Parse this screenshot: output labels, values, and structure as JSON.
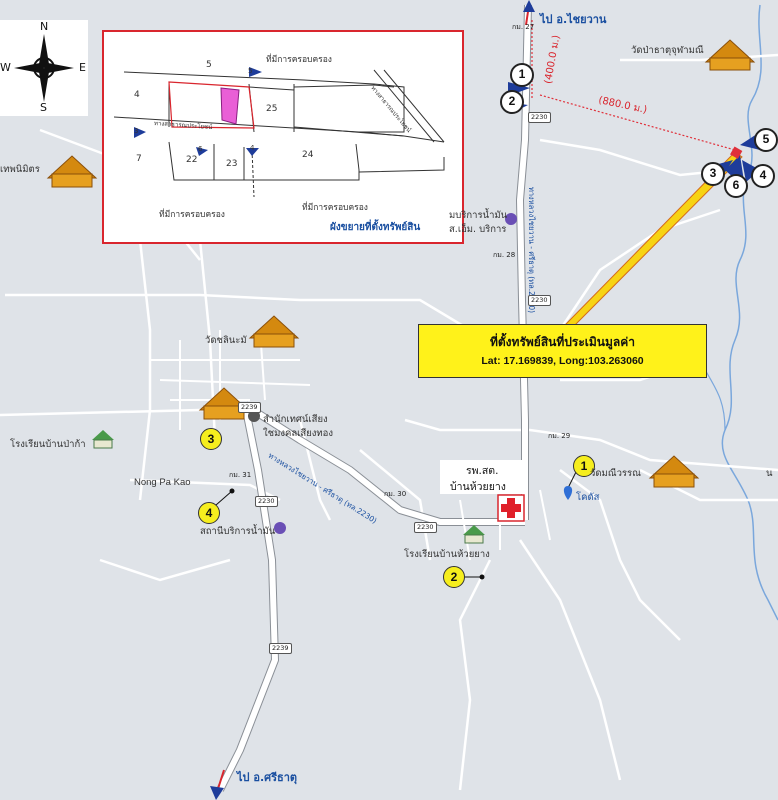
{
  "compass": {
    "n": "N",
    "s": "S",
    "e": "E",
    "w": "W"
  },
  "directions": {
    "north": "ไป อ.ไชยวาน",
    "south": "ไป อ.ศรีธาตุ"
  },
  "distances": {
    "north": "(400.0 ม.)",
    "east": "(880.0 ม.)"
  },
  "info_box": {
    "title": "ที่ตั้งทรัพย์สินที่ประเมินมูลค่า",
    "coords": "Lat: 17.169839,     Long:103.263060"
  },
  "hospital": {
    "line1": "รพ.สต.",
    "line2": "บ้านห้วยยาง"
  },
  "inset": {
    "title": "ผังขยายที่ตั้งทรัพย์สิน",
    "owner_top": "ที่มีการครอบครอง",
    "owner_bl": "ที่มีการครอบครอง",
    "owner_br": "ที่มีการครอบครอง",
    "road_label": "ทางสาธารณประโยชน์",
    "road2_label": "ทางสาธารณประโยชน์",
    "parcels": [
      "5",
      "4",
      "25",
      "7",
      "22",
      "23",
      "24"
    ],
    "markers": [
      "5",
      "3",
      "6",
      "4"
    ]
  },
  "map_labels": {
    "wat_top": "วัดป่าธาตุจุฬามณี",
    "wat_left": "เทพนิมิตร",
    "wat_center": "วัดชลินะมั",
    "wat_right": "วัดมณีวรรณ",
    "gas_top_1": "มบริการน้ำมัน",
    "gas_top_2": "ส.เอ็ม. บริการ",
    "sound_1": "สำนักเทศน์เสียง",
    "sound_2": "ใชมงคลเสียงทอง",
    "school_left": "โรงเรียนบ้านป่าก้า",
    "nong_pa_kao": "Nong Pa Kao",
    "gas_bottom": "สถานีบริการน้ำมัน",
    "school_bottom": "โรงเรียนบ้านห้วยยาง",
    "clinic": "โคดัส",
    "road_diag": "ทางหลวงไชยวาน - ศรีธาตุ (ทล.2230)",
    "road_vert": "ทางหลวงไชยวาน - ศรีธาตุ (ทล.2230)",
    "edge_n": "น"
  },
  "km_markers": [
    "กม. 27",
    "กม. 28",
    "กม. 29",
    "กม. 30",
    "กม. 31"
  ],
  "highways": [
    "2230",
    "2230",
    "2230",
    "2239",
    "2230",
    "2239"
  ],
  "yellow_markers": [
    "1",
    "2",
    "3",
    "4"
  ],
  "site_markers": [
    "1",
    "2",
    "3",
    "4",
    "5",
    "6"
  ],
  "colors": {
    "road": "#ffffff",
    "bg": "#dfe3e8",
    "river": "#6b9fd6",
    "info": "#fff21a",
    "inset_border": "#d9262e",
    "wat": "#d4890f",
    "marker_blue": "#1e3c9a"
  }
}
